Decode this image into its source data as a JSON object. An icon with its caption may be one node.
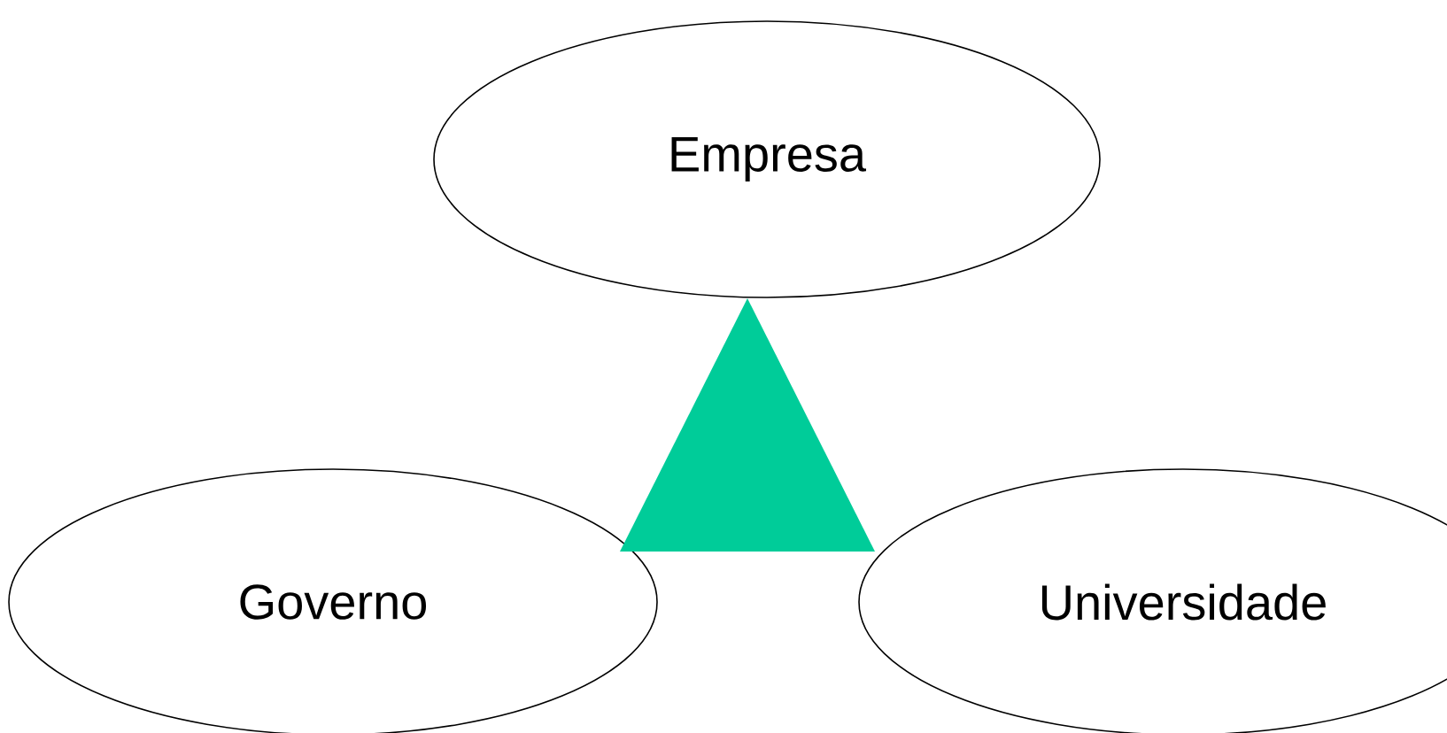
{
  "diagram": {
    "nodes": [
      {
        "text": [
          "Empresa"
        ]
      },
      {
        "text": [
          "Governo"
        ]
      },
      {
        "text": [
          "Universidade"
        ]
      },
      {
        "text": [],
        "shape": "triangle"
      }
    ]
  }
}
